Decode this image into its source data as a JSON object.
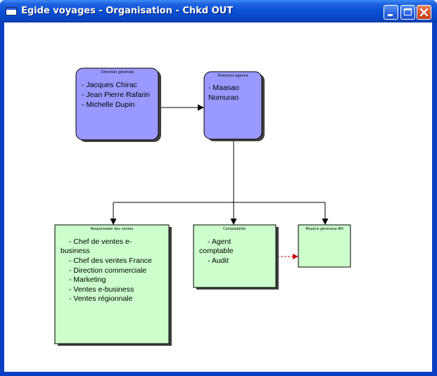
{
  "window": {
    "title": "Egide voyages - Organisation - Chkd OUT"
  },
  "icons": {
    "app": "window-icon",
    "minimize": "minimize-icon",
    "maximize": "maximize-icon",
    "close": "close-icon"
  },
  "colors": {
    "management_box": "#9999ff",
    "department_box": "#ccffcc",
    "dashed_arrow": "#cc0000"
  },
  "diagram": {
    "direction_generale": {
      "title": "Direction générale",
      "lines": [
        "- Jacques Chirac",
        "- Jean Pierre Rafarin",
        "- Michelle Dupin"
      ]
    },
    "directeur_agence": {
      "title": "Directeur agence",
      "lines": [
        "- Maasao",
        "Nomurao"
      ]
    },
    "responsable_ventes": {
      "title": "Responsable des ventes",
      "lines": [
        "- Chef de ventes e-",
        "business",
        "- Chef des ventes France",
        "- Direction commerciale",
        "- Marketing",
        "- Ventes e-business",
        "- Ventes régionnale"
      ]
    },
    "comptabilite": {
      "title": "Comptabilité",
      "lines": [
        "- Agent",
        "comptable",
        "- Audit"
      ]
    },
    "moyens_generaux": {
      "title": "Moyens généraux-RH",
      "lines": []
    }
  }
}
